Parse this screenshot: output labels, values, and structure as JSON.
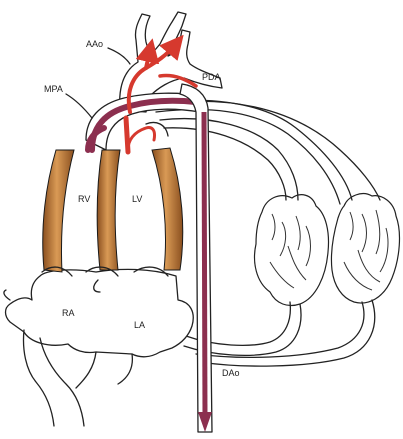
{
  "labels": {
    "aao": "AAo",
    "mpa": "MPA",
    "pda": "PDA",
    "rv": "RV",
    "lv": "LV",
    "ra": "RA",
    "la": "LA",
    "dao": "DAo"
  },
  "colors": {
    "outline": "#222222",
    "muscle": "#b8773a",
    "oxygenated_flow": "#d6392e",
    "deoxygenated_flow": "#8c2f4f",
    "background": "#ffffff"
  }
}
